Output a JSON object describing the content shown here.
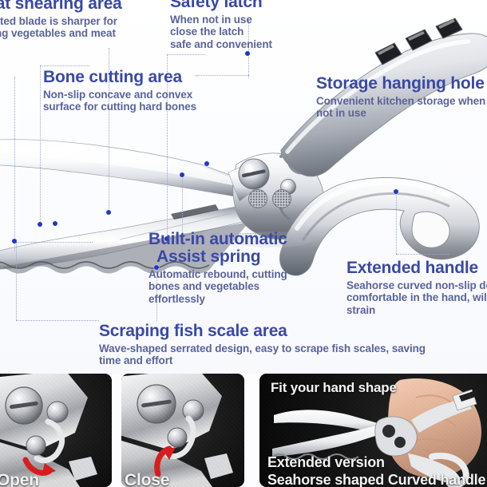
{
  "meta": {
    "accent_heading": "#3a49a6",
    "accent_body": "#5a6499",
    "dot_color": "#1c39c8",
    "leader_color": "#9aa6d6",
    "background": "#fdfdff",
    "panel_background": "#0b0b0b",
    "arrow_color": "#d81b1b"
  },
  "callouts": [
    {
      "id": "meat-shearing",
      "heading": "Meat shearing area",
      "body": [
        "Serrated blade is sharper for",
        "cutting vegetables and meat"
      ]
    },
    {
      "id": "safety-latch",
      "heading": "Safety latch",
      "body": [
        "When not in use",
        "close the latch",
        "safe and convenient"
      ]
    },
    {
      "id": "bone-cutting",
      "heading": "Bone cutting area",
      "body": [
        "Non-slip concave and convex",
        "surface for cutting hard bones"
      ]
    },
    {
      "id": "storage-hanging-hole",
      "heading": "Storage hanging hole",
      "body": [
        "Convenient kitchen storage when",
        "not in use"
      ]
    },
    {
      "id": "assist-spring",
      "heading": "Built-in automatic",
      "heading2": "Assist spring",
      "body": [
        "Automatic rebound, cutting",
        "bones and vegetables",
        "effortlessly"
      ]
    },
    {
      "id": "extended-handle",
      "heading": "Extended handle",
      "body": [
        "Seahorse curved non-slip design,",
        "comfortable in the hand, will not",
        "strain"
      ]
    },
    {
      "id": "scraping-fish-scale",
      "heading": "Scraping fish scale area",
      "body": [
        "Wave-shaped serrated design, easy to scrape fish scales, saving",
        "time and effort"
      ]
    }
  ],
  "panels": [
    {
      "id": "open",
      "caption": "Open"
    },
    {
      "id": "close",
      "caption": "Close"
    },
    {
      "id": "hand-shape",
      "caption_top": "Fit your hand shape",
      "caption_line1": "Extended version",
      "caption_line2": "Seahorse shaped Curved handle"
    }
  ]
}
